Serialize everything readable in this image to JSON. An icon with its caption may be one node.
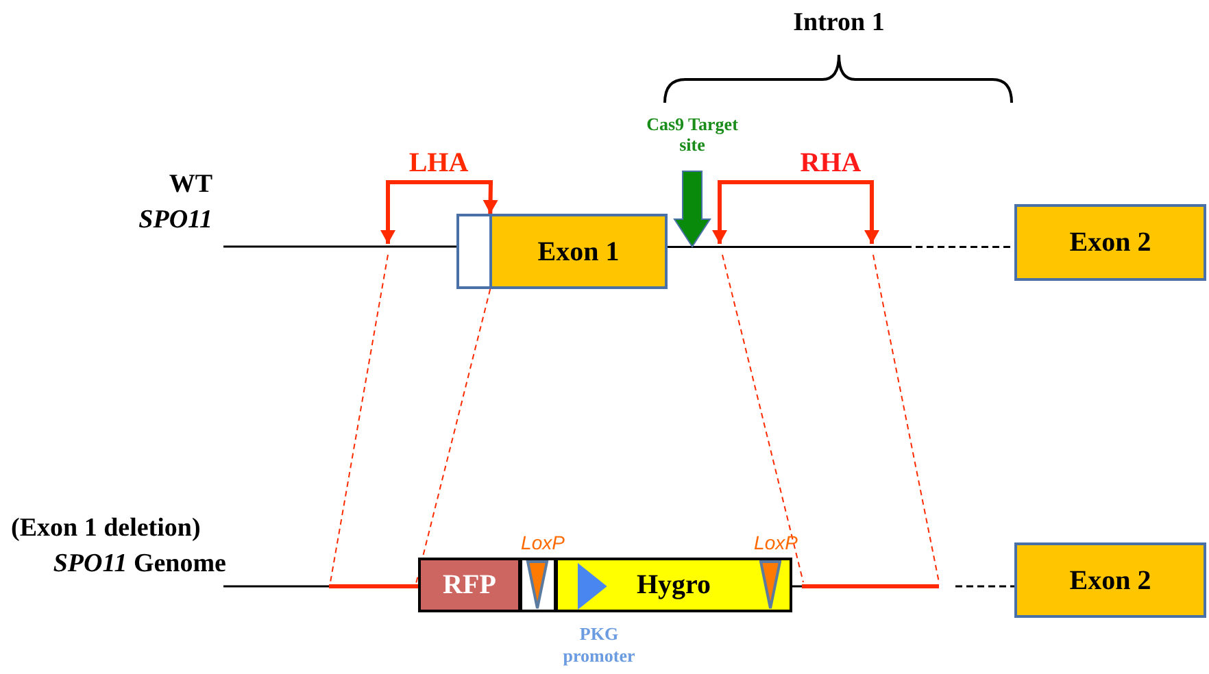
{
  "diagram": {
    "nodes": [
      {
        "text": [
          "Exon 1"
        ]
      },
      {
        "text": [
          "Exon 2"
        ]
      },
      {
        "text": [
          "RFP"
        ]
      },
      {
        "text": [
          "Hygro"
        ]
      },
      {
        "text": [
          "Exon 2"
        ]
      }
    ],
    "edges": [
      {
        "from": 0,
        "to": 1,
        "arrow": "none",
        "style": "dashed",
        "color": "#000000"
      },
      {
        "from": 0,
        "to": 2,
        "arrow": "none",
        "style": "dashed",
        "color": "#ff2a00"
      },
      {
        "from": null,
        "to": 0,
        "arrow": "both",
        "label": "LHA",
        "style": "thick",
        "color": "#ff2a00"
      }
    ],
    "labels": [
      "Intron 1",
      "Cas9 Target site",
      "RHA",
      "WT",
      "SPO11",
      "(Exon 1 deletion)",
      "*SPO11* Genome",
      "LoxP",
      "LoxP",
      "PKG promoter"
    ]
  }
}
